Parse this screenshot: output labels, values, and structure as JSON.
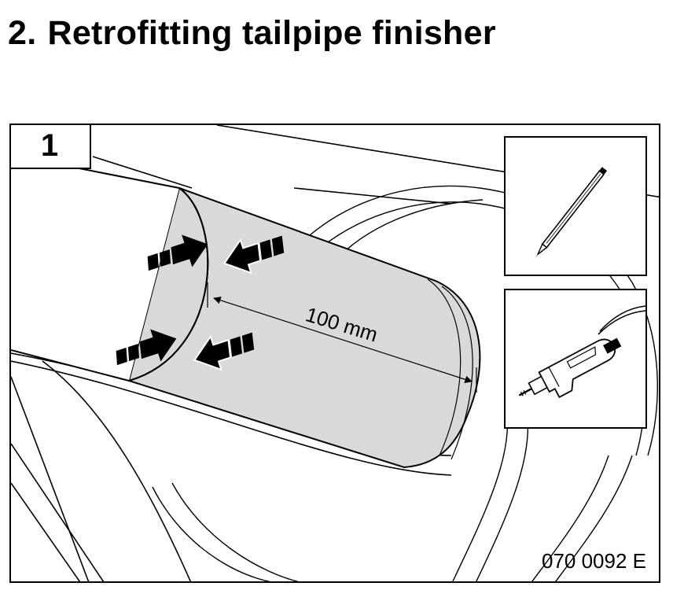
{
  "document": {
    "section_number": "2.",
    "section_title": "Retrofitting tailpipe finisher"
  },
  "figure": {
    "step_number": "1",
    "dimension_label": "100 mm",
    "reference_code": "070 0092 E",
    "tools": [
      {
        "icon": "marker-pen-icon"
      },
      {
        "icon": "power-drill-icon"
      }
    ],
    "colors": {
      "tailpipe_fill": "#d9d9d9",
      "line": "#000000"
    }
  }
}
